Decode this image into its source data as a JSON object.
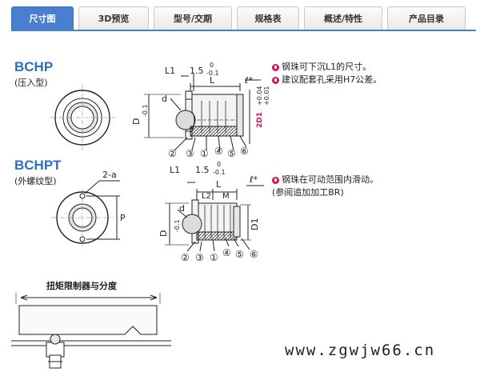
{
  "tabs": [
    {
      "label": "尺寸图"
    },
    {
      "label": "3D预览"
    },
    {
      "label": "型号/交期"
    },
    {
      "label": "规格表"
    },
    {
      "label": "概述/特性"
    },
    {
      "label": "产品目录"
    }
  ],
  "section1": {
    "model": "BCHP",
    "type": "(压入型)",
    "notes": [
      "钢珠可下沉L1的尺寸。",
      "建议配套孔采用H7公差。"
    ]
  },
  "section2": {
    "model": "BCHPT",
    "type": "(外螺纹型)",
    "notes": [
      "钢珠在可动范围内滑动。",
      "(参阅追加加工BR)"
    ]
  },
  "dims": {
    "L1": "L1",
    "L": "L",
    "d": "d",
    "D": "D",
    "D1": "D1",
    "P": "P",
    "L2": "L2",
    "M": "M",
    "hole": "2-a",
    "lstar": "ℓ*",
    "base": "1.5",
    "tol_up": "0",
    "tol_dn": "-0.1",
    "d1tol_up": "+0.04",
    "d1tol_dn": "+0.01",
    "d1mark": "2D1"
  },
  "parts": [
    "②",
    "③",
    "①",
    "④",
    "⑤",
    "⑥"
  ],
  "torque_title": "扭矩限制器与分度",
  "watermark": "www.zgwjw66.cn",
  "colors": {
    "accent": "#4a7fcf",
    "heading": "#2f6fc0",
    "bullet": "#d2145a"
  }
}
